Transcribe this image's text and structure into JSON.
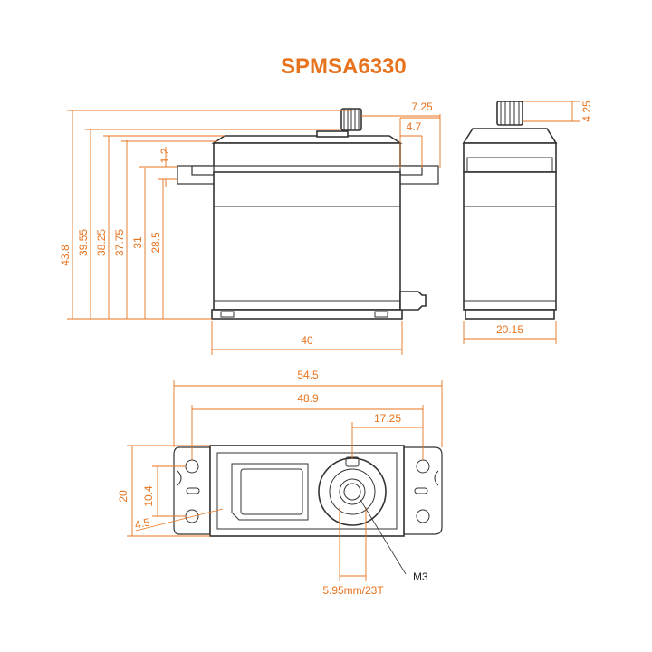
{
  "title": "SPMSA6330",
  "colors": {
    "accent": "#e8731e",
    "line": "#333333",
    "background": "#ffffff"
  },
  "front_view": {
    "heights": [
      "43.8",
      "39.55",
      "38.25",
      "37.75",
      "31",
      "28.5"
    ],
    "top_offset": "1.2",
    "width": "40",
    "spline_offset_outer": "7.25",
    "spline_offset_inner": "4.7"
  },
  "side_view": {
    "spline_height": "4.25",
    "width": "20.15"
  },
  "bottom_view": {
    "overall_length": "54.5",
    "mounting_hole_distance": "48.9",
    "spline_offset": "17.25",
    "width": "20",
    "hole_spacing": "10.4",
    "hole_diameter": "4.5",
    "spline_spec": "5.95mm/23T",
    "screw": "M3"
  }
}
